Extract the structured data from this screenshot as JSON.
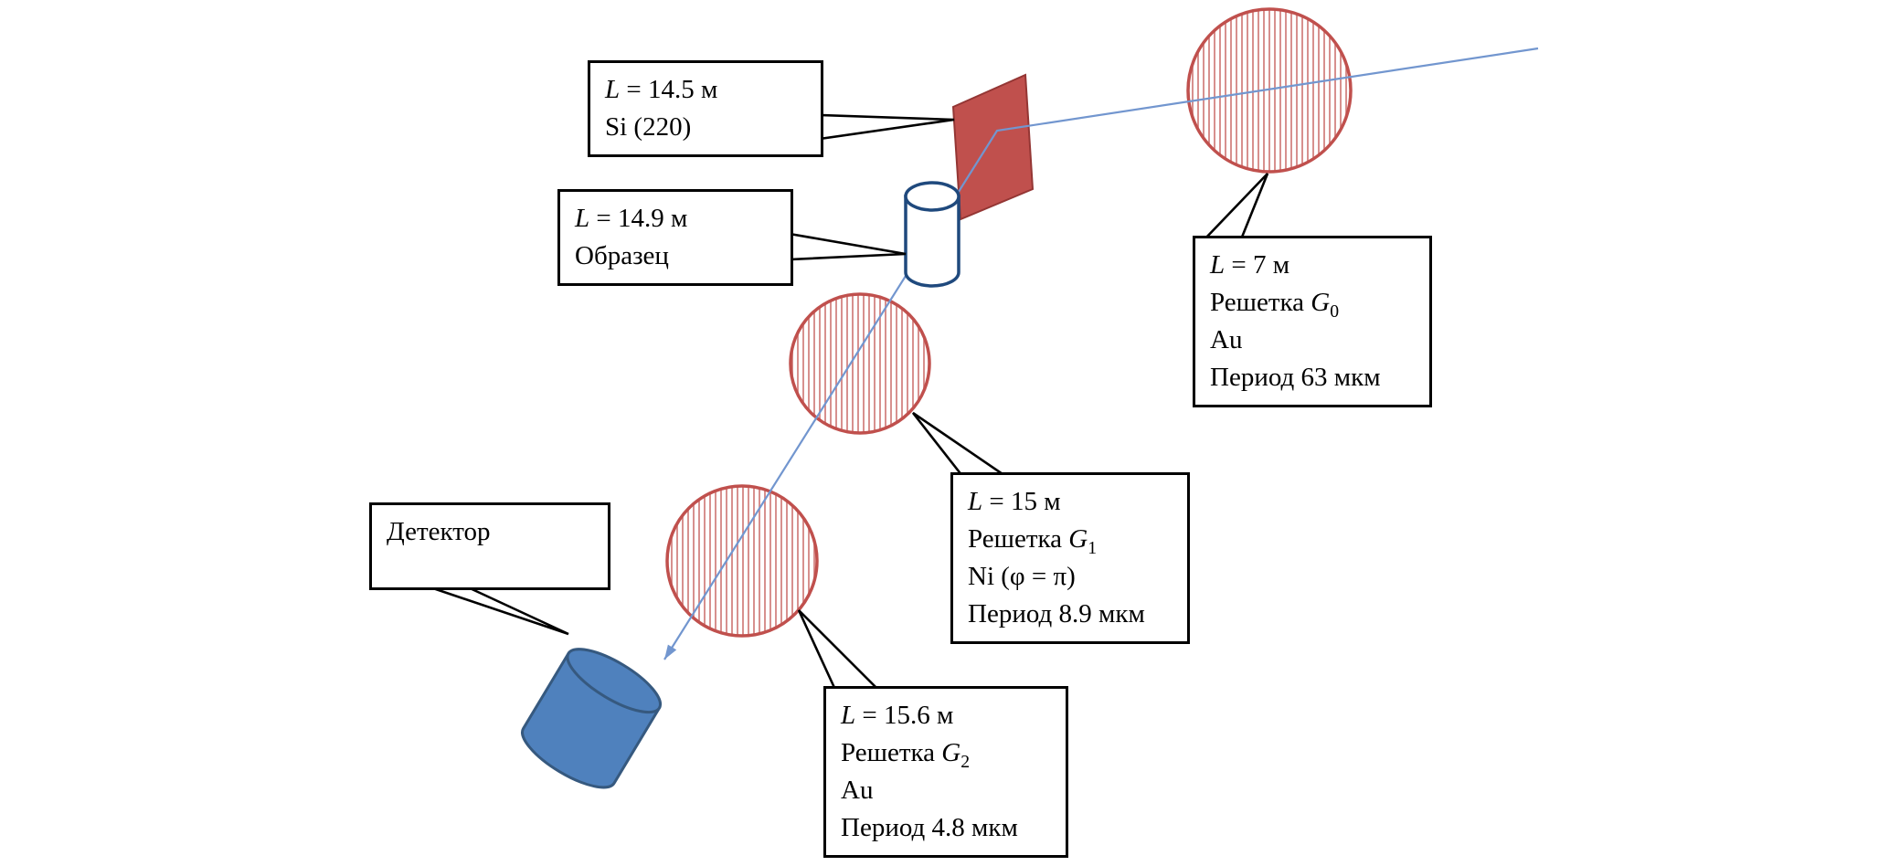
{
  "colors": {
    "grating-red": "#C0504D",
    "grating-red-dark": "#943634",
    "beam-blue": "#7296CF",
    "sample-stroke": "#1F497D",
    "detector-blue": "#4F81BD",
    "detector-stroke": "#36597F",
    "callout-border": "#000000"
  },
  "shapes": {
    "beam": "x-ray-beam-with-arrow",
    "g0": "hatched-circle-grating",
    "g1": "hatched-circle-grating",
    "g2": "hatched-circle-grating",
    "crystal": "red-parallelogram-crystal",
    "sample": "upright-cylinder-outline",
    "detector": "tilted-blue-cylinder"
  },
  "callouts": {
    "si": {
      "lines": [
        {
          "em": "L",
          "post": " = 14.5 м"
        },
        {
          "pre": "Si (220)"
        }
      ]
    },
    "sample": {
      "lines": [
        {
          "em": "L",
          "post": " = 14.9 м"
        },
        {
          "pre": "Образец"
        }
      ]
    },
    "g0": {
      "lines": [
        {
          "em": "L",
          "post": " = 7 м"
        },
        {
          "pre": "Решетка ",
          "em": "G",
          "sub": "0"
        },
        {
          "pre": "Au"
        },
        {
          "pre": "Период 63 мкм"
        }
      ]
    },
    "g1": {
      "lines": [
        {
          "em": "L",
          "post": " = 15 м"
        },
        {
          "pre": "Решетка ",
          "em": "G",
          "sub": "1"
        },
        {
          "pre": "Ni (φ = π)"
        },
        {
          "pre": "Период 8.9 мкм"
        }
      ]
    },
    "g2": {
      "lines": [
        {
          "em": "L",
          "post": " = 15.6 м"
        },
        {
          "pre": "Решетка ",
          "em": "G",
          "sub": "2"
        },
        {
          "pre": "Au"
        },
        {
          "pre": "Период 4.8 мкм"
        }
      ]
    },
    "detector": {
      "lines": [
        {
          "pre": "Детектор"
        }
      ]
    }
  }
}
